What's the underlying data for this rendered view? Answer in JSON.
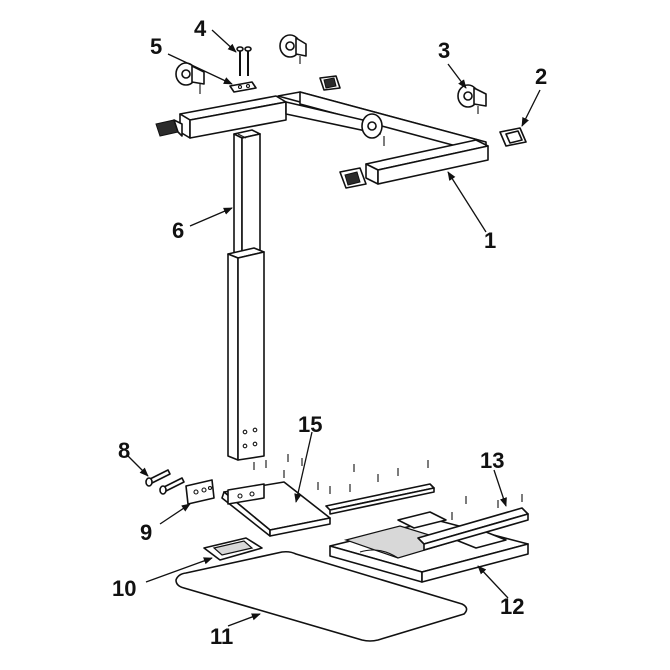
{
  "diagram": {
    "callouts": [
      "1",
      "2",
      "3",
      "4",
      "5",
      "6",
      "8",
      "9",
      "10",
      "11",
      "12",
      "13",
      "15"
    ]
  }
}
